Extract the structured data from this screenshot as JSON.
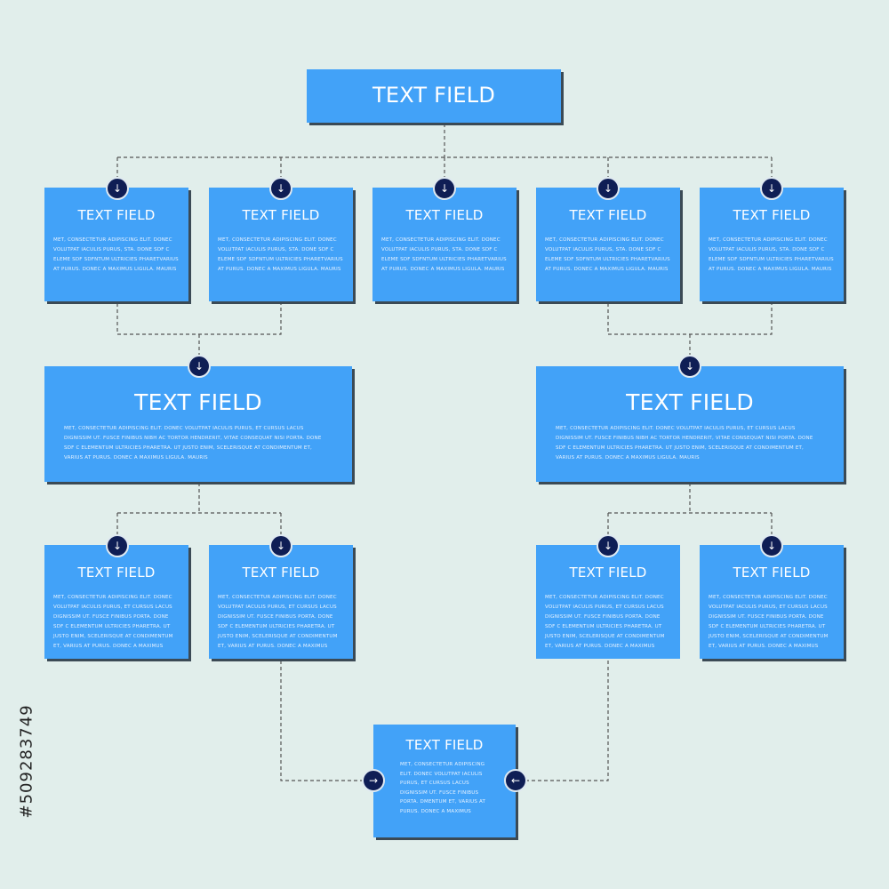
{
  "colors": {
    "background": "#e1eeeb",
    "box": "#42a2f8",
    "badge": "#0f1e55",
    "connector": "#555555"
  },
  "side_id": "#509283749",
  "root": {
    "title": "TEXT FIELD"
  },
  "row1": [
    {
      "title": "TEXT FIELD",
      "body": "MET, CONSECTETUR ADIPISCING ELIT. DONEC VOLUTPAT IACULIS PURUS, STA. DONE SDF C ELEME SDF SDFNTUM ULTRICIES PHARETVARIUS AT PURUS. DONEC A MAXIMUS LIGULA. MAURIS"
    },
    {
      "title": "TEXT FIELD",
      "body": "MET, CONSECTETUR ADIPISCING ELIT. DONEC VOLUTPAT IACULIS PURUS, STA. DONE SDF C ELEME SDF SDFNTUM ULTRICIES PHARETVARIUS AT PURUS. DONEC A MAXIMUS LIGULA. MAURIS"
    },
    {
      "title": "TEXT FIELD",
      "body": "MET, CONSECTETUR ADIPISCING ELIT. DONEC VOLUTPAT IACULIS PURUS, STA. DONE SDF C ELEME SDF SDFNTUM ULTRICIES PHARETVARIUS AT PURUS. DONEC A MAXIMUS LIGULA. MAURIS"
    },
    {
      "title": "TEXT FIELD",
      "body": "MET, CONSECTETUR ADIPISCING ELIT. DONEC VOLUTPAT IACULIS PURUS, STA. DONE SDF C ELEME SDF SDFNTUM ULTRICIES PHARETVARIUS AT PURUS. DONEC A MAXIMUS LIGULA. MAURIS"
    },
    {
      "title": "TEXT FIELD",
      "body": "MET, CONSECTETUR ADIPISCING ELIT. DONEC VOLUTPAT IACULIS PURUS, STA. DONE SDF C ELEME SDF SDFNTUM ULTRICIES PHARETVARIUS AT PURUS. DONEC A MAXIMUS LIGULA. MAURIS"
    }
  ],
  "row2": [
    {
      "title": "TEXT FIELD",
      "body": "MET, CONSECTETUR ADIPISCING ELIT. DONEC VOLUTPAT IACULIS PURUS, ET CURSUS LACUS DIGNISSIM UT. FUSCE FINIBUS NIBH AC TORTOR HENDRERIT, VITAE CONSEQUAT NISI PORTA. DONE SDF C ELEMENTUM ULTRICIES PHARETRA. UT JUSTO ENIM, SCELERISQUE AT CONDIMENTUM ET, VARIUS AT PURUS. DONEC A MAXIMUS LIGULA. MAURIS"
    },
    {
      "title": "TEXT FIELD",
      "body": "MET, CONSECTETUR ADIPISCING ELIT. DONEC VOLUTPAT IACULIS PURUS, ET CURSUS LACUS DIGNISSIM UT. FUSCE FINIBUS NIBH AC TORTOR HENDRERIT, VITAE CONSEQUAT NISI PORTA. DONE SDF C ELEMENTUM ULTRICIES PHARETRA. UT JUSTO ENIM, SCELERISQUE AT CONDIMENTUM ET, VARIUS AT PURUS. DONEC A MAXIMUS LIGULA. MAURIS"
    }
  ],
  "row3": [
    {
      "title": "TEXT FIELD",
      "body": "MET, CONSECTETUR ADIPISCING ELIT. DONEC VOLUTPAT IACULIS PURUS, ET CURSUS LACUS DIGNISSIM UT. FUSCE FINIBUS PORTA. DONE SDF C ELEMENTUM ULTRICIES PHARETRA. UT JUSTO ENIM, SCELERISQUE AT CONDIMENTUM ET, VARIUS AT PURUS. DONEC A MAXIMUS"
    },
    {
      "title": "TEXT FIELD",
      "body": "MET, CONSECTETUR ADIPISCING ELIT. DONEC VOLUTPAT IACULIS PURUS, ET CURSUS LACUS DIGNISSIM UT. FUSCE FINIBUS PORTA. DONE SDF C ELEMENTUM ULTRICIES PHARETRA. UT JUSTO ENIM, SCELERISQUE AT CONDIMENTUM ET, VARIUS AT PURUS. DONEC A MAXIMUS"
    },
    {
      "title": "TEXT FIELD",
      "body": "MET, CONSECTETUR ADIPISCING ELIT. DONEC VOLUTPAT IACULIS PURUS, ET CURSUS LACUS DIGNISSIM UT. FUSCE FINIBUS PORTA. DONE SDF C ELEMENTUM ULTRICIES PHARETRA. UT JUSTO ENIM, SCELERISQUE AT CONDIMENTUM ET, VARIUS AT PURUS. DONEC A MAXIMUS"
    },
    {
      "title": "TEXT FIELD",
      "body": "MET, CONSECTETUR ADIPISCING ELIT. DONEC VOLUTPAT IACULIS PURUS, ET CURSUS LACUS DIGNISSIM UT. FUSCE FINIBUS PORTA. DONE SDF C ELEMENTUM ULTRICIES PHARETRA. UT JUSTO ENIM, SCELERISQUE AT CONDIMENTUM ET, VARIUS AT PURUS. DONEC A MAXIMUS"
    }
  ],
  "bottom": {
    "title": "TEXT FIELD",
    "body": "MET, CONSECTETUR ADIPISCING ELIT. DONEC VOLUTPAT IACULIS PURUS, ET CURSUS LACUS DIGNISSIM UT. FUSCE FINIBUS PORTA. DMENTUM ET, VARIUS AT PURUS. DONEC A MAXIMUS"
  },
  "icons": {
    "down": "arrow-down-icon",
    "right": "arrow-right-icon",
    "left": "arrow-left-icon"
  }
}
